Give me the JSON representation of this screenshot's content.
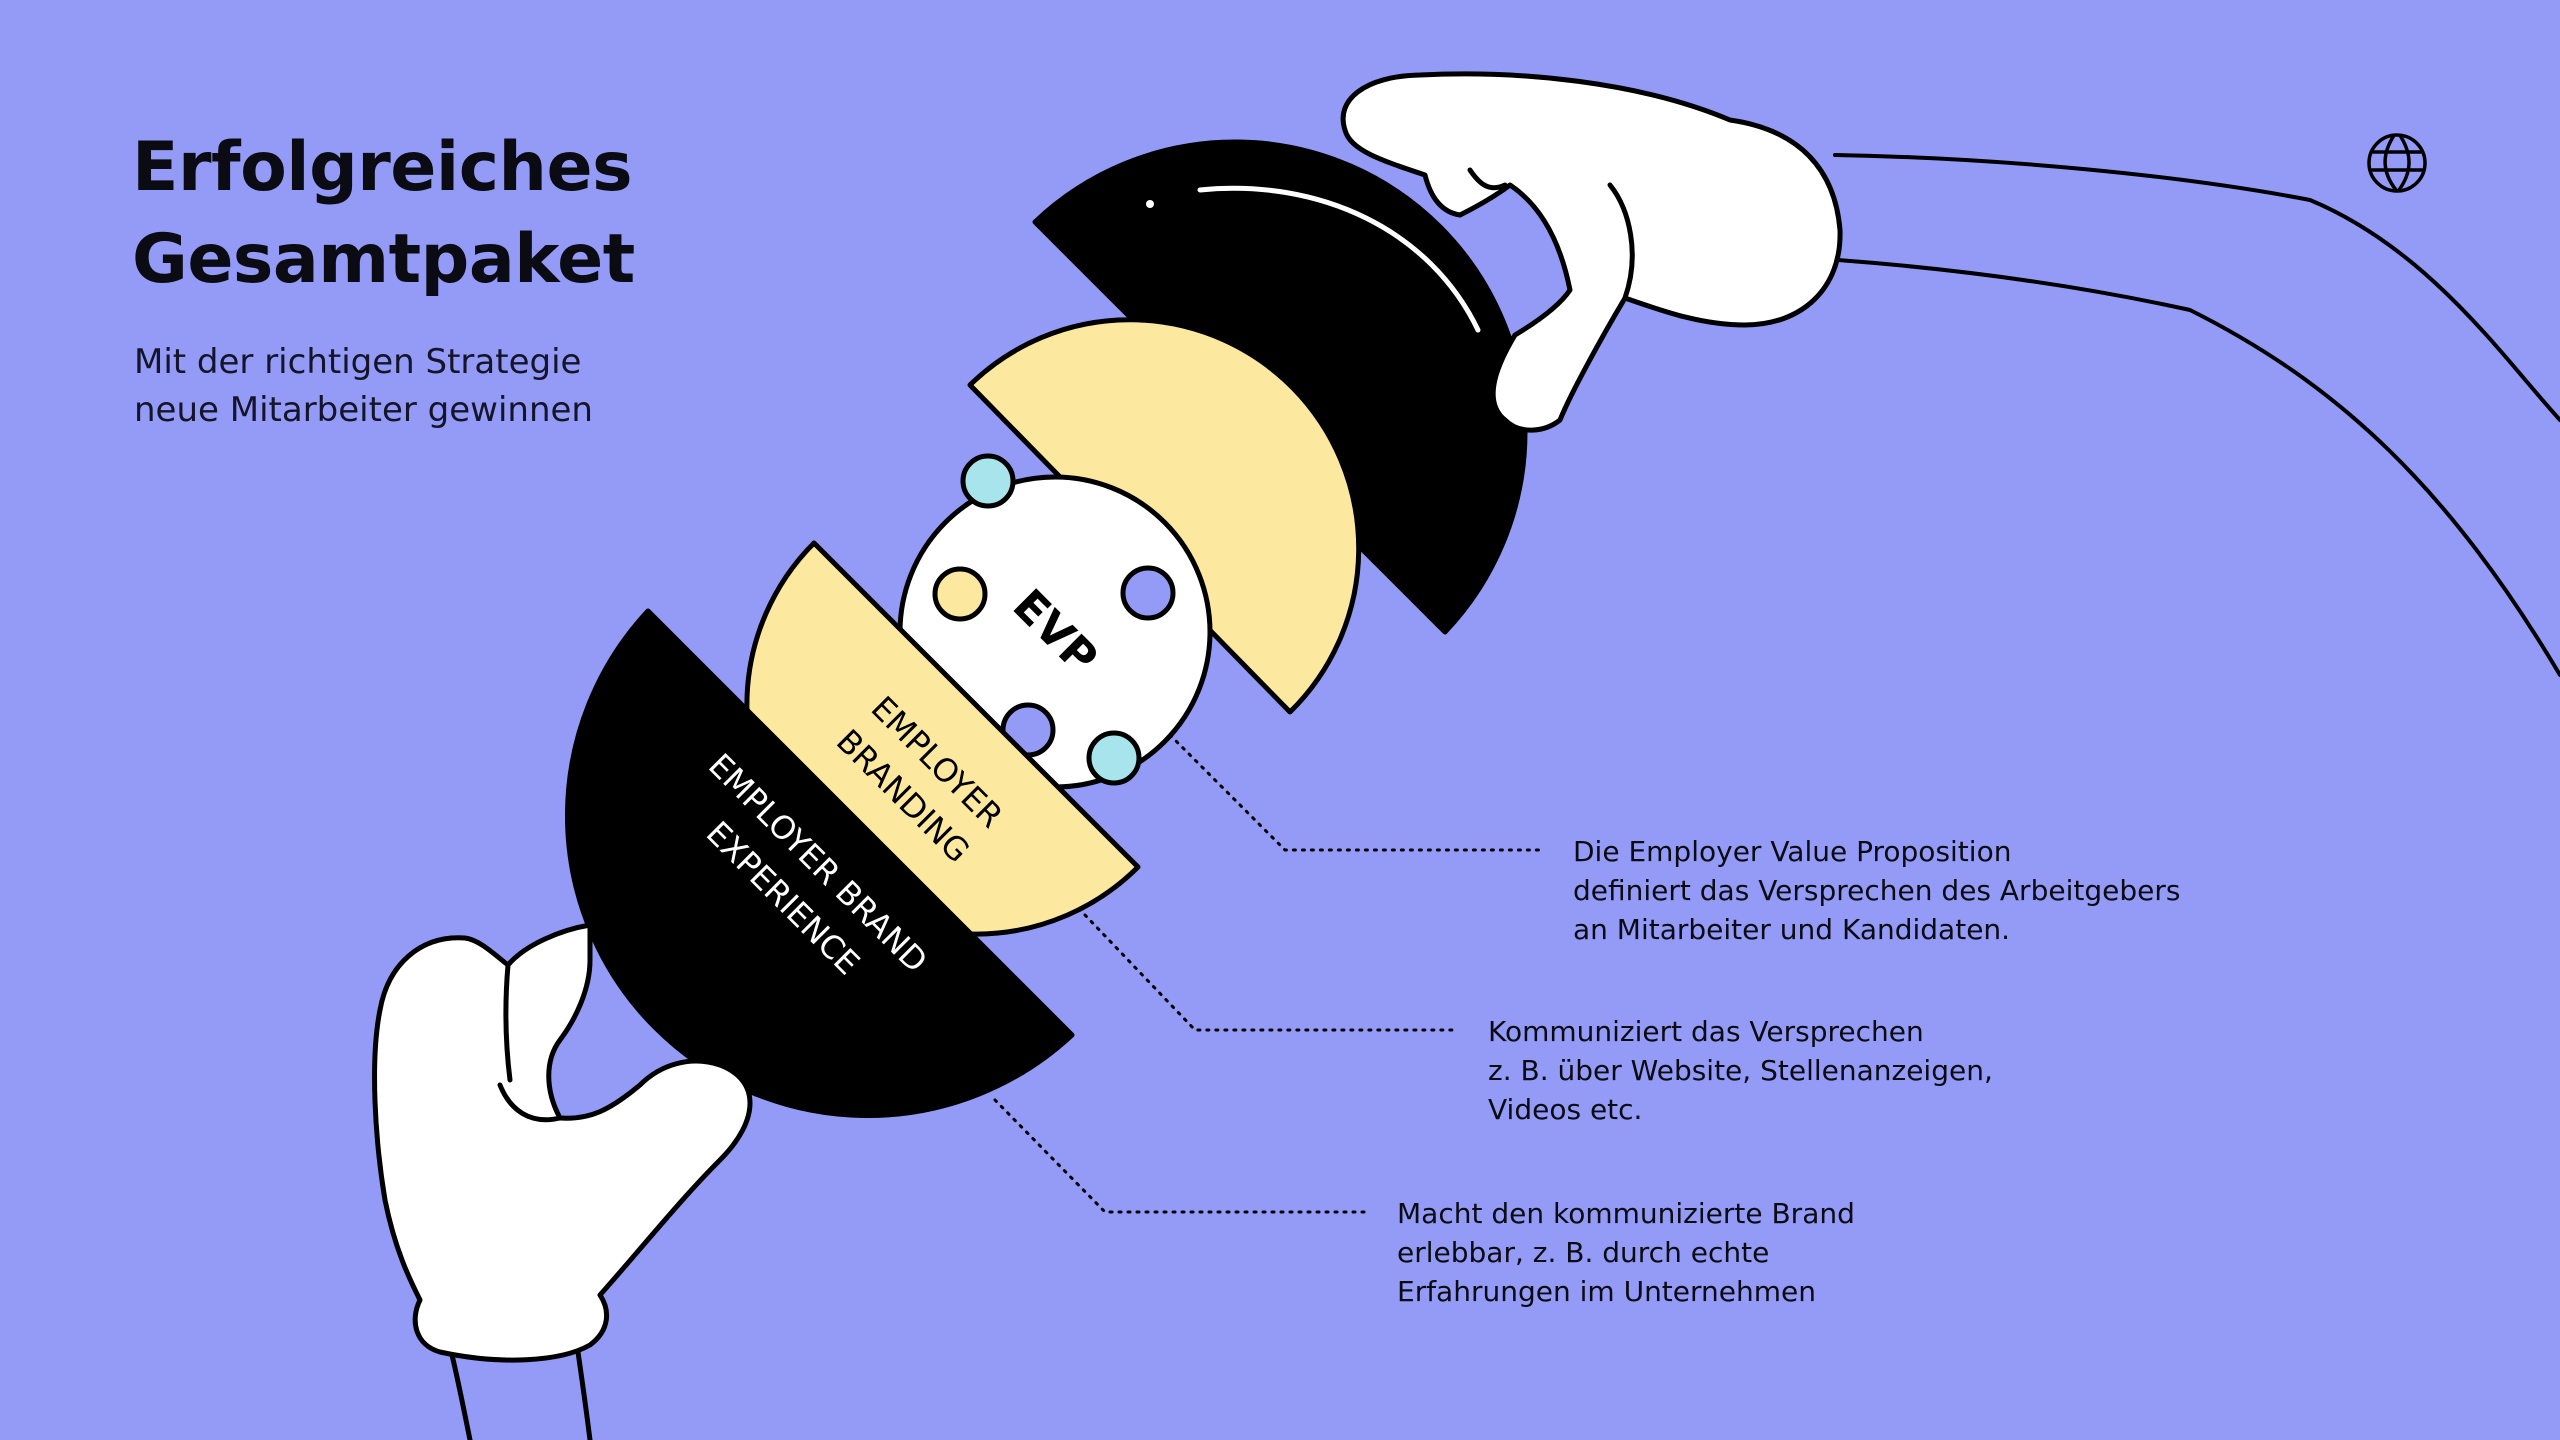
{
  "header": {
    "title_line1": "Erfolgreiches",
    "title_line2": "Gesamtpaket",
    "subtitle_line1": "Mit der richtigen Strategie",
    "subtitle_line2": "neue Mitarbeiter gewinnen"
  },
  "diagram": {
    "core_label": "EVP",
    "middle_label_line1": "EMPLOYER",
    "middle_label_line2": "BRANDING",
    "outer_label_line1": "EMPLOYER BRAND",
    "outer_label_line2": "EXPERIENCE"
  },
  "callouts": {
    "evp": {
      "line1": "Die Employer Value Proposition",
      "line2": "definiert das Versprechen des Arbeitgebers",
      "line3": "an Mitarbeiter und Kandidaten."
    },
    "branding": {
      "line1": "Kommuniziert das Versprechen",
      "line2": "z. B. über Website, Stellenanzeigen,",
      "line3": "Videos etc."
    },
    "experience": {
      "line1": "Macht den kommunizierte Brand",
      "line2": "erlebbar, z. B. durch echte",
      "line3": "Erfahrungen im Unternehmen"
    }
  },
  "colors": {
    "background": "#939bf7",
    "shell": "#000000",
    "layer": "#fde8a0",
    "core": "#ffffff",
    "dot_cyan": "#a8e4ec",
    "dot_violet": "#939bf7",
    "dot_yellow": "#fde8a0"
  },
  "icons": {
    "logo": "globe-logo-icon"
  }
}
